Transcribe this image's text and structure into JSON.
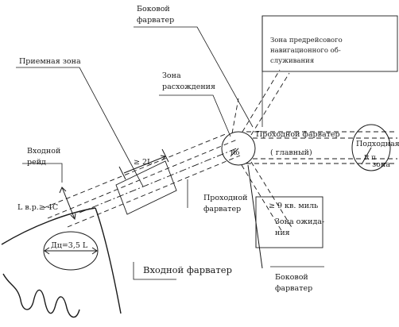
{
  "labels": {
    "side_fairway_top_1": "Боковой",
    "side_fairway_top_2": "фарватер",
    "pre_voyage_zone_1": "Зона предрейсового",
    "pre_voyage_zone_2": "навигационного об-",
    "pre_voyage_zone_3": "служивания",
    "receiving_zone": "Приемная зона",
    "divergence_zone_1": "Зона",
    "divergence_zone_2": "расхождения",
    "through_fairway_main_1": "Проходной фарватер",
    "through_fairway_main_2": "( главный)",
    "approach_zone_1": "Подходная",
    "approach_zone_2": "зона",
    "radius_approach": "R п",
    "radius_divergence": "Rо",
    "entrance_roads_1": "Входной",
    "entrance_roads_2": "рейд",
    "length_2l": "≥ 2L",
    "length_roads": "L в.р.≥ 4С",
    "through_fairway_1": "Проходной",
    "through_fairway_2": "фарватер",
    "nine_miles": "≥ 9 кв. миль",
    "waiting_zone_1": "Зона ожида-",
    "waiting_zone_2": "ния",
    "diameter": "Дц=3,5 L",
    "entrance_fairway": "Входной фарватер",
    "side_fairway_bottom_1": "Боковой",
    "side_fairway_bottom_2": "фарватер"
  }
}
